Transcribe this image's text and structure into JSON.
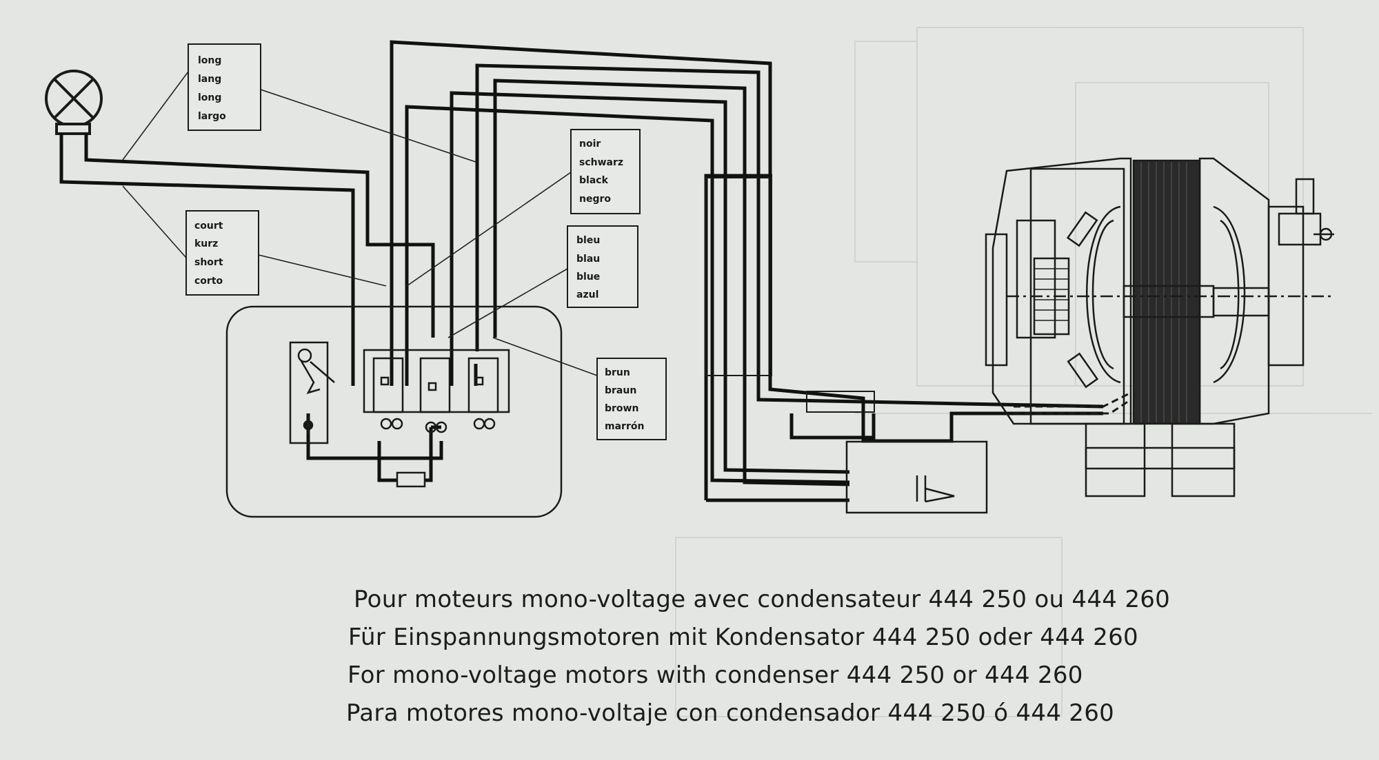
{
  "wire_labels": {
    "long": [
      "long",
      "lang",
      "long",
      "largo"
    ],
    "short": [
      "court",
      "kurz",
      "short",
      "corto"
    ],
    "black": [
      "noir",
      "schwarz",
      "black",
      "negro"
    ],
    "blue": [
      "bleu",
      "blau",
      "blue",
      "azul"
    ],
    "brown": [
      "brun",
      "braun",
      "brown",
      "marrón"
    ]
  },
  "caption": {
    "fr": "Pour moteurs mono-voltage avec condensateur  444 250 ou 444 260",
    "de": "Für Einspannungsmotoren  mit  Kondensator  444 250 oder 444 260",
    "en": "For mono-voltage motors with condenser  444 250  or  444 260",
    "es": "Para motores mono-voltaje con condensador  444 250  ó  444 260"
  },
  "colors": {
    "paper": "#e3e6e2",
    "ink": "#1a1a1a"
  }
}
